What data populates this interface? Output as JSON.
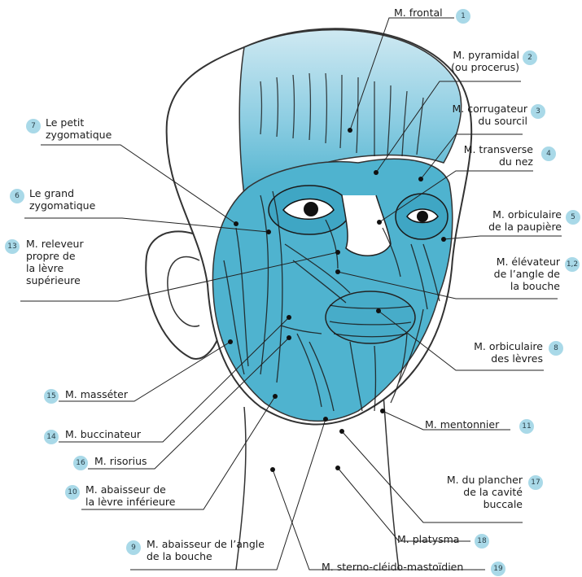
{
  "colors": {
    "muscle": "#4fb3cf",
    "muscle_dark": "#2d8fb0",
    "skin": "#ffffff",
    "line": "#222222",
    "badge": "#a9d9e8"
  },
  "labels": [
    {
      "id": "frontal",
      "num": "1",
      "lines": [
        "M. frontal"
      ]
    },
    {
      "id": "pyramidal",
      "num": "2",
      "lines": [
        "M. pyramidal",
        "(ou procerus)"
      ]
    },
    {
      "id": "corrugateur",
      "num": "3",
      "lines": [
        "M. corrugateur",
        "du sourcil"
      ]
    },
    {
      "id": "transverse",
      "num": "4",
      "lines": [
        "M. transverse",
        "du nez"
      ]
    },
    {
      "id": "orbiculaire-paupiere",
      "num": "5",
      "lines": [
        "M. orbiculaire",
        "de la paupière"
      ]
    },
    {
      "id": "elevateur",
      "num": "1,2",
      "lines": [
        "M. élévateur",
        "de l’angle de",
        "la bouche"
      ]
    },
    {
      "id": "orbiculaire-levres",
      "num": "8",
      "lines": [
        "M. orbiculaire",
        "des lèvres"
      ]
    },
    {
      "id": "mentonnier",
      "num": "11",
      "lines": [
        "M. mentonnier"
      ]
    },
    {
      "id": "plancher",
      "num": "17",
      "lines": [
        "M. du plancher",
        "de la cavité",
        "buccale"
      ]
    },
    {
      "id": "platysma",
      "num": "18",
      "lines": [
        "M. platysma"
      ]
    },
    {
      "id": "sterno",
      "num": "19",
      "lines": [
        "M. sterno-cléido-mastoïdien"
      ]
    },
    {
      "id": "petit-zygo",
      "num": "7",
      "lines": [
        "Le petit",
        "zygomatique"
      ]
    },
    {
      "id": "grand-zygo",
      "num": "6",
      "lines": [
        "Le grand",
        "zygomatique"
      ]
    },
    {
      "id": "releveur",
      "num": "13",
      "lines": [
        "M. releveur",
        "propre de",
        "la lèvre",
        "supérieure"
      ]
    },
    {
      "id": "masseter",
      "num": "15",
      "lines": [
        "M. masséter"
      ]
    },
    {
      "id": "buccinateur",
      "num": "14",
      "lines": [
        "M. buccinateur"
      ]
    },
    {
      "id": "risorius",
      "num": "16",
      "lines": [
        "M. risorius"
      ]
    },
    {
      "id": "abaisseur-levre",
      "num": "10",
      "lines": [
        "M. abaisseur de",
        "la lèvre inférieure"
      ]
    },
    {
      "id": "abaisseur-angle",
      "num": "9",
      "lines": [
        "M. abaisseur de l’angle",
        "de la bouche"
      ]
    }
  ]
}
